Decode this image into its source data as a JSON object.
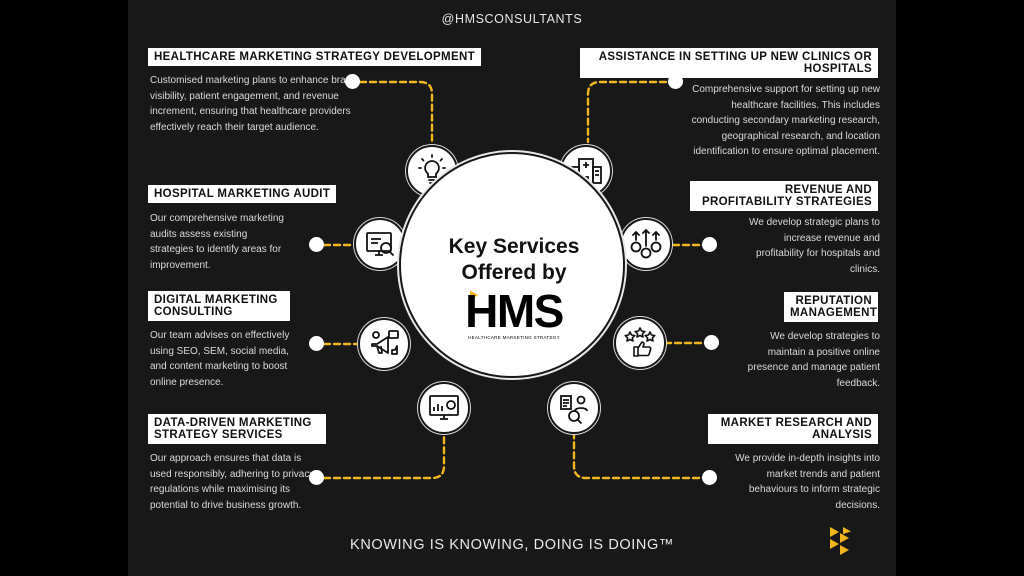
{
  "handle": "@HMSCONSULTANTS",
  "center": {
    "title_line1": "Key Services",
    "title_line2": "Offered by",
    "brand": "HMS",
    "brand_tagline": "HEALTHCARE MARKETING STRATEGY"
  },
  "services_left": [
    {
      "title": "Healthcare Marketing Strategy Development",
      "description": "Customised marketing plans to enhance brand visibility, patient engagement, and revenue increment, ensuring that healthcare providers effectively reach their target audience.",
      "icon": "lightbulb-icon"
    },
    {
      "title": "Hospital Marketing Audit",
      "description": "Our comprehensive marketing audits assess existing strategies to identify areas for improvement.",
      "icon": "audit-monitor-icon"
    },
    {
      "title": "Digital Marketing Consulting",
      "description": "Our team advises on effectively using SEO, SEM, social media, and content marketing to boost online presence.",
      "icon": "megaphone-icon"
    },
    {
      "title": "Data-Driven Marketing Strategy Services",
      "description": "Our approach ensures that data is used responsibly, adhering to privacy regulations while maximising its potential to drive business growth.",
      "icon": "analytics-monitor-icon"
    }
  ],
  "services_right": [
    {
      "title": "Assistance in Setting Up New Clinics or Hospitals",
      "description": "Comprehensive support for setting up new healthcare facilities. This includes conducting secondary marketing research, geographical research, and location identification to ensure optimal placement.",
      "icon": "hospital-building-icon"
    },
    {
      "title": "Revenue and Profitability Strategies",
      "description": "We develop strategic plans to increase revenue and profitability for hospitals and clinics.",
      "icon": "revenue-arrows-icon"
    },
    {
      "title": "Reputation Management",
      "description": "We develop strategies to maintain a positive online presence and manage patient feedback.",
      "icon": "stars-thumbs-up-icon"
    },
    {
      "title": "Market Research and Analysis",
      "description": "We provide in-depth insights into market trends and patient behaviours to inform strategic decisions.",
      "icon": "research-magnifier-icon"
    }
  ],
  "slogan": "KNOWING IS KNOWING, DOING IS DOING™",
  "colors": {
    "background": "#181818",
    "accent_yellow": "#f2b51c",
    "white": "#ffffff"
  }
}
